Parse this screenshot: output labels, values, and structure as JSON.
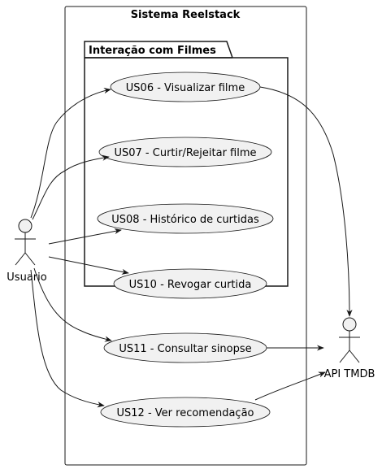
{
  "diagram": {
    "system": {
      "title": "Sistema Reelstack"
    },
    "package": {
      "title": "Interação com Filmes"
    },
    "actors": [
      {
        "id": "usuario",
        "label": "Usuario"
      },
      {
        "id": "tmdb",
        "label": "API TMDB"
      }
    ],
    "use_cases": [
      {
        "id": "us06",
        "label": "US06 - Visualizar filme"
      },
      {
        "id": "us07",
        "label": "US07 - Curtir/Rejeitar filme"
      },
      {
        "id": "us08",
        "label": "US08 - Histórico de curtidas"
      },
      {
        "id": "us10",
        "label": "US10 - Revogar curtida"
      },
      {
        "id": "us11",
        "label": "US11 - Consultar sinopse"
      },
      {
        "id": "us12",
        "label": "US12 - Ver recomendação"
      }
    ],
    "colors": {
      "fill": "#f1f1f1",
      "stroke": "#181818",
      "background": "#ffffff"
    }
  }
}
